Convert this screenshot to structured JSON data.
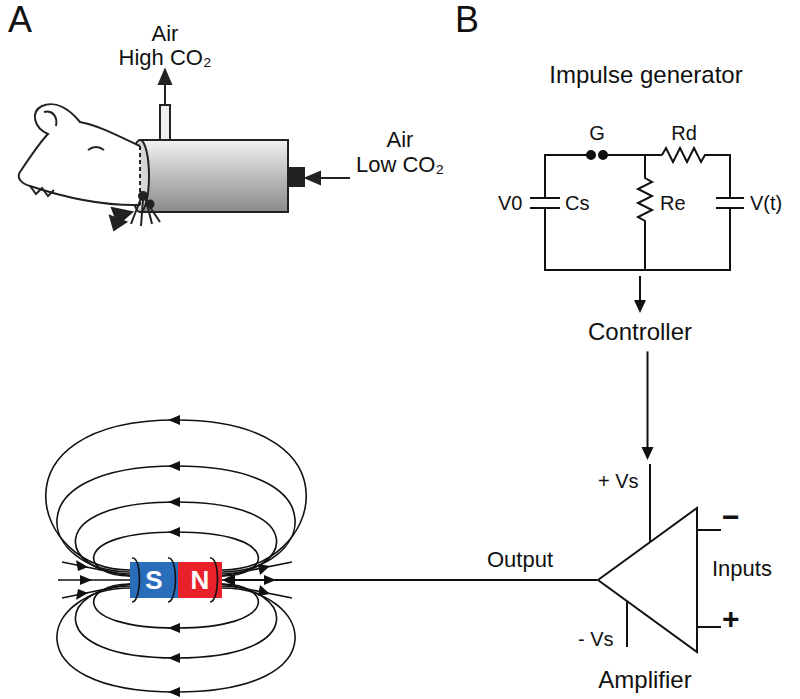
{
  "diagram": {
    "nodes": [
      {
        "text": [
          "Impulse generator"
        ]
      },
      {
        "text": [
          "Controller"
        ]
      },
      {
        "text": [
          "Amplifier"
        ]
      },
      {
        "text": [
          "S"
        ]
      },
      {
        "text": [
          "N"
        ]
      }
    ],
    "edges": [
      {
        "from": 0,
        "to": 1,
        "arrow": "to"
      },
      {
        "from": 1,
        "to": 2,
        "arrow": "to"
      },
      {
        "from": 2,
        "to": 4,
        "arrow": "to"
      }
    ],
    "labels": [
      "A",
      "B",
      "Air",
      "High CO₂",
      "Air",
      "Low CO₂",
      "G",
      "Rd",
      "V0",
      "Cs",
      "Re",
      "V(t)",
      "+ Vs",
      "- Vs",
      "−",
      "+",
      "Inputs",
      "Output"
    ]
  }
}
